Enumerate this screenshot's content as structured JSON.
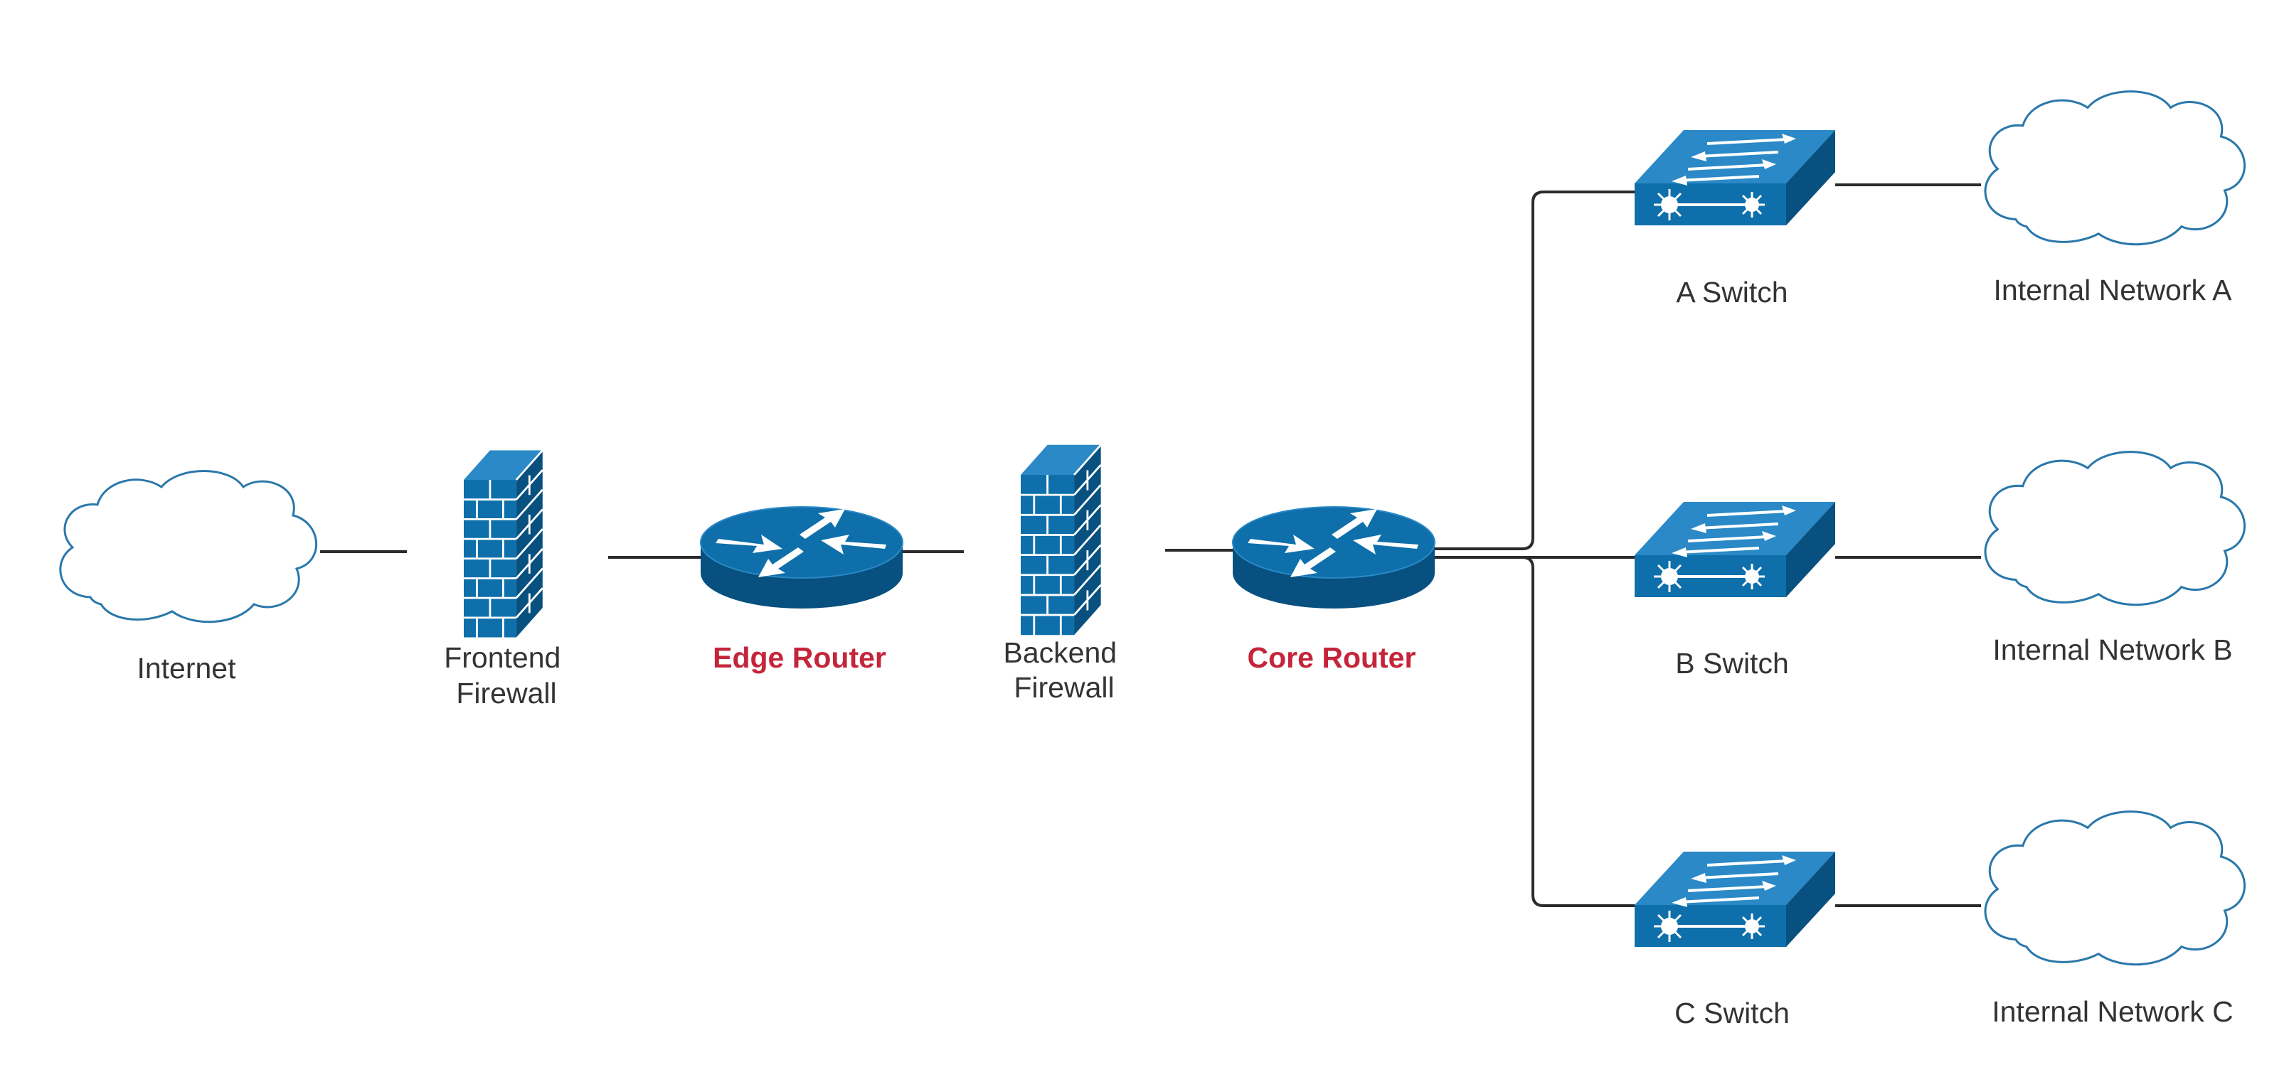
{
  "colors": {
    "device_fill": "#0e6faa",
    "device_dark": "#07507f",
    "device_light": "#2a89c6",
    "cloud_stroke": "#2a78ab",
    "link": "#2b2b2b",
    "highlight_text": "#c4253a",
    "text": "#333333"
  },
  "nodes": {
    "internet": {
      "label": "Internet",
      "kind": "cloud",
      "icon": "cloud-icon"
    },
    "frontend_firewall": {
      "label_lines": [
        "Frontend",
        "Firewall"
      ],
      "kind": "firewall",
      "icon": "firewall-icon"
    },
    "edge_router": {
      "label": "Edge Router",
      "kind": "router",
      "icon": "router-icon",
      "highlight": true
    },
    "backend_firewall": {
      "label_lines": [
        "Backend",
        "Firewall"
      ],
      "kind": "firewall",
      "icon": "firewall-icon"
    },
    "core_router": {
      "label": "Core Router",
      "kind": "router",
      "icon": "router-icon",
      "highlight": true
    },
    "switch_a": {
      "label": "A Switch",
      "kind": "switch",
      "icon": "switch-icon"
    },
    "switch_b": {
      "label": "B Switch",
      "kind": "switch",
      "icon": "switch-icon"
    },
    "switch_c": {
      "label": "C Switch",
      "kind": "switch",
      "icon": "switch-icon"
    },
    "network_a": {
      "label": "Internal Network A",
      "kind": "cloud",
      "icon": "cloud-icon"
    },
    "network_b": {
      "label": "Internal Network B",
      "kind": "cloud",
      "icon": "cloud-icon"
    },
    "network_c": {
      "label": "Internal Network C",
      "kind": "cloud",
      "icon": "cloud-icon"
    }
  },
  "edges": [
    {
      "from": "internet",
      "to": "frontend_firewall"
    },
    {
      "from": "frontend_firewall",
      "to": "edge_router"
    },
    {
      "from": "edge_router",
      "to": "backend_firewall"
    },
    {
      "from": "backend_firewall",
      "to": "core_router"
    },
    {
      "from": "core_router",
      "to": "switch_a"
    },
    {
      "from": "core_router",
      "to": "switch_b"
    },
    {
      "from": "core_router",
      "to": "switch_c"
    },
    {
      "from": "switch_a",
      "to": "network_a"
    },
    {
      "from": "switch_b",
      "to": "network_b"
    },
    {
      "from": "switch_c",
      "to": "network_c"
    }
  ]
}
